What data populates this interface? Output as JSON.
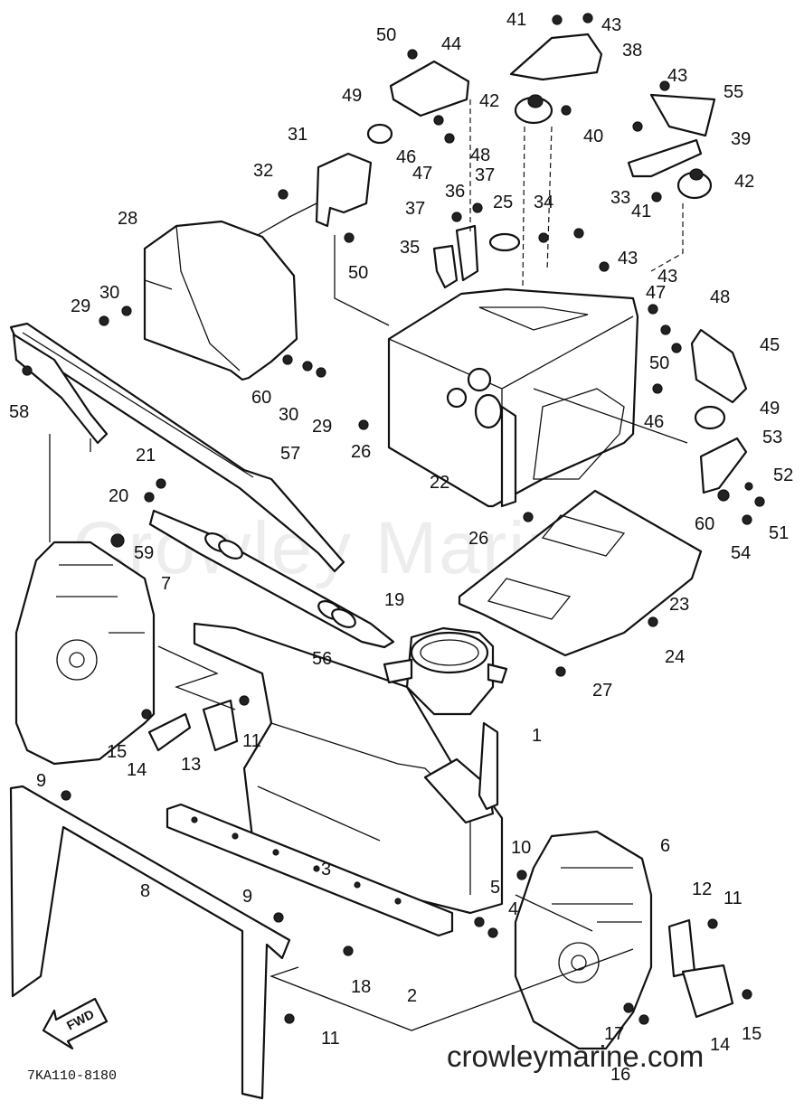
{
  "watermark": "Crowley Marine",
  "footer_url": "crowleymarine.com",
  "drawing_code": "7KA110-8180",
  "direction_arrow": "FWD",
  "callouts": [
    "1",
    "2",
    "3",
    "4",
    "5",
    "6",
    "7",
    "8",
    "9",
    "9",
    "10",
    "11",
    "11",
    "11",
    "12",
    "13",
    "14",
    "14",
    "15",
    "15",
    "16",
    "17",
    "18",
    "19",
    "20",
    "21",
    "22",
    "23",
    "24",
    "25",
    "26",
    "26",
    "27",
    "28",
    "29",
    "29",
    "30",
    "30",
    "31",
    "32",
    "33",
    "34",
    "35",
    "36",
    "37",
    "37",
    "38",
    "39",
    "40",
    "41",
    "41",
    "42",
    "42",
    "43",
    "43",
    "43",
    "43",
    "44",
    "45",
    "46",
    "46",
    "47",
    "47",
    "48",
    "48",
    "49",
    "49",
    "50",
    "50",
    "50",
    "51",
    "52",
    "53",
    "54",
    "55",
    "56",
    "57",
    "58",
    "59",
    "60",
    "60"
  ]
}
